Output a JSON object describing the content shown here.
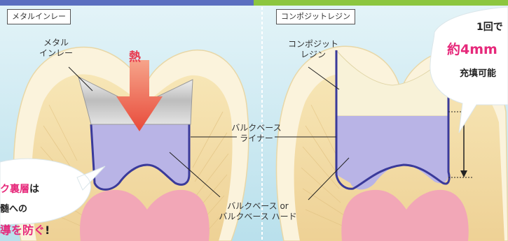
{
  "panels": {
    "left_tag": "メタルインレー",
    "right_tag": "コンポジットレジン"
  },
  "labels": {
    "metal_inlay": "メタル\nインレー",
    "heat": "熱",
    "composite_resin": "コンポジット\nレジン",
    "bulk_base_liner": "バルクベース\nライナー",
    "bulk_base_or_hard": "バルクベース or\nバルクベース ハード"
  },
  "left_bubble": {
    "line1_highlight": "ク裏層",
    "line1_rest": "は",
    "line2": "髄への",
    "line3_highlight": "導を防ぐ",
    "line3_rest": "!"
  },
  "right_bubble": {
    "line1": "1回で",
    "line2": "約4mm",
    "line3": "充填可能"
  },
  "colors": {
    "accent_pink": "#e6287a",
    "heat_red": "#e83a4f",
    "liner_purple": "#b9b4e6",
    "liner_edge": "#3a3a9a",
    "dentin": "#f3dca2",
    "enamel": "#fbf3dc",
    "gum": "#f2a7b7",
    "background": "#cfeaf2"
  }
}
